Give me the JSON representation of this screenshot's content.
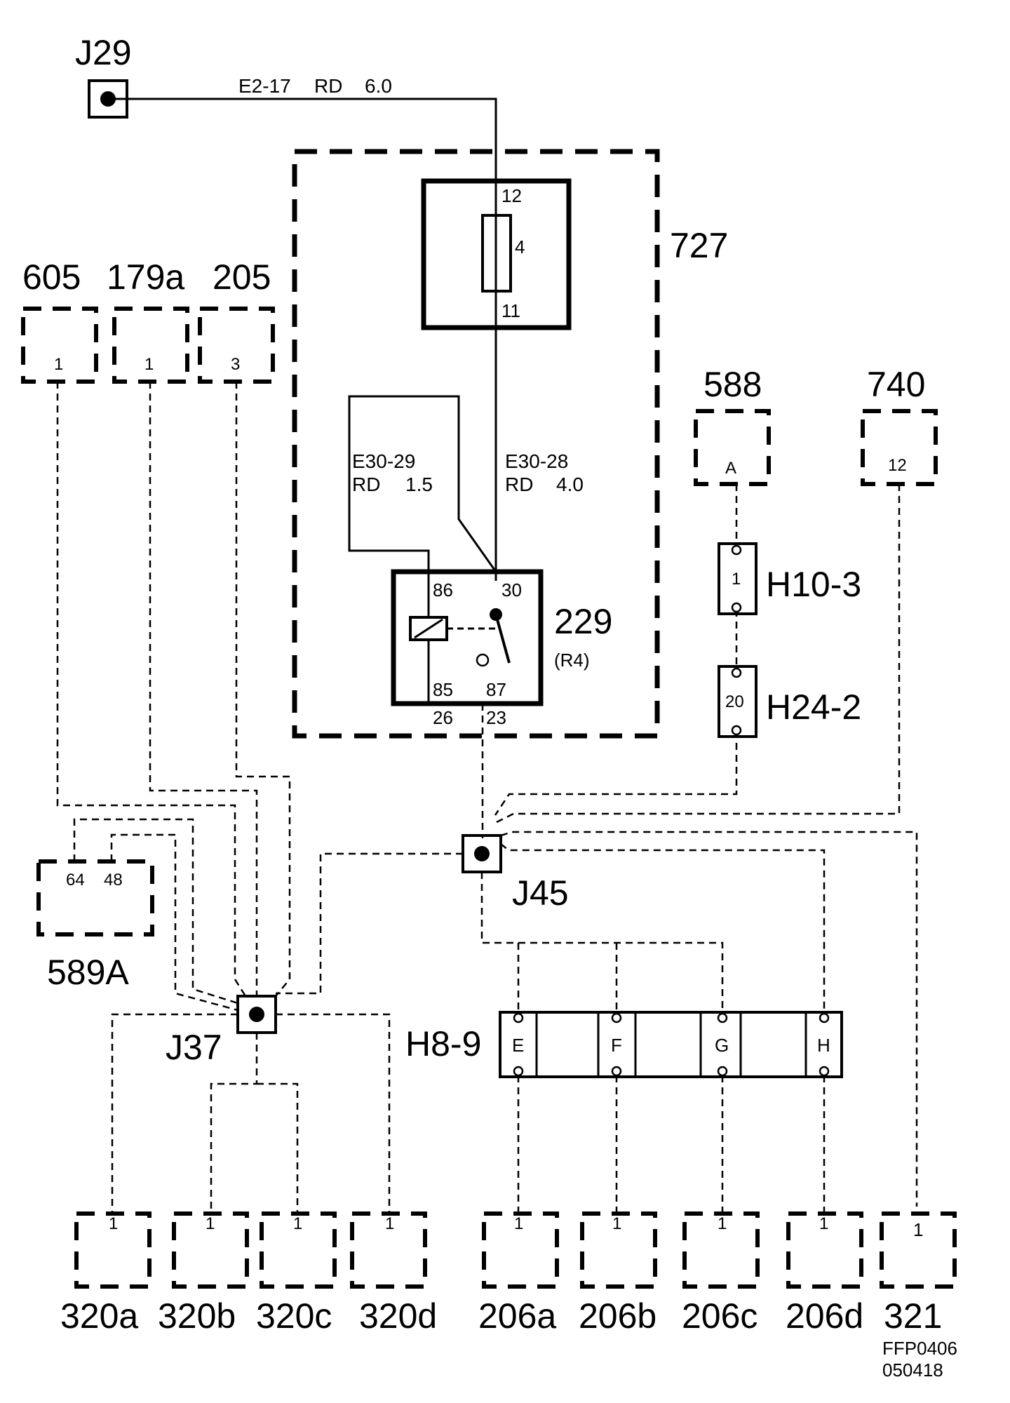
{
  "junctions": {
    "j29": "J29",
    "j37": "J37",
    "j45": "J45"
  },
  "wires": {
    "main_id": "E2-17",
    "main_color": "RD",
    "main_size": "6.0",
    "left_id": "E30-29",
    "left_color": "RD",
    "left_size": "1.5",
    "right_id": "E30-28",
    "right_color": "RD",
    "right_size": "4.0"
  },
  "module": {
    "label": "727",
    "fuse_pin_top": "12",
    "fuse_number": "4",
    "fuse_pin_bottom": "11"
  },
  "relay": {
    "label": "229",
    "sub": "(R4)",
    "pin_86": "86",
    "pin_30": "30",
    "pin_85": "85",
    "pin_87": "87",
    "pin_26": "26",
    "pin_23": "23"
  },
  "top_components": [
    {
      "label": "605",
      "pin": "1"
    },
    {
      "label": "179a",
      "pin": "1"
    },
    {
      "label": "205",
      "pin": "3"
    },
    {
      "label": "588",
      "pin": "A"
    },
    {
      "label": "740",
      "pin": "12"
    }
  ],
  "connector_589a": {
    "label": "589A",
    "pin_a": "64",
    "pin_b": "48"
  },
  "connectors": {
    "h10": {
      "label": "H10-3",
      "pin": "1"
    },
    "h24": {
      "label": "H24-2",
      "pin": "20"
    },
    "h8": {
      "label": "H8-9",
      "pins": [
        "E",
        "F",
        "G",
        "H"
      ]
    }
  },
  "bottom_components": [
    {
      "label": "320a",
      "pin": "1"
    },
    {
      "label": "320b",
      "pin": "1"
    },
    {
      "label": "320c",
      "pin": "1"
    },
    {
      "label": "320d",
      "pin": "1"
    },
    {
      "label": "206a",
      "pin": "1"
    },
    {
      "label": "206b",
      "pin": "1"
    },
    {
      "label": "206c",
      "pin": "1"
    },
    {
      "label": "206d",
      "pin": "1"
    },
    {
      "label": "321",
      "pin": "1"
    }
  ],
  "footer": {
    "code": "FFP0406",
    "date": "050418"
  }
}
